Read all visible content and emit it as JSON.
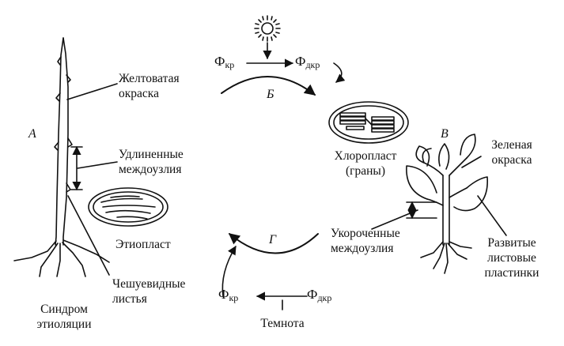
{
  "labels": {
    "letter_a": "А",
    "letter_b": "Б",
    "letter_v": "В",
    "letter_g": "Г",
    "yellow_color": "Желтоватая\nокраска",
    "elongated_internodes": "Удлиненные\nмеждоузлия",
    "etioplast": "Этиопласт",
    "scale_leaves": "Чешуевидные\nлистья",
    "etiolation_syndrome": "Синдром\nэтиоляции",
    "chloroplast": "Хлоропласт\n(граны)",
    "green_color": "Зеленая\nокраска",
    "shortened_internodes": "Укороченные\nмеждоузлия",
    "developed_leaf_blades": "Развитые\nлистовые\nпластинки",
    "darkness": "Темнота"
  },
  "phytochrome": {
    "symbol": "Ф",
    "red_form": "кр",
    "far_red_form": "дкр"
  }
}
